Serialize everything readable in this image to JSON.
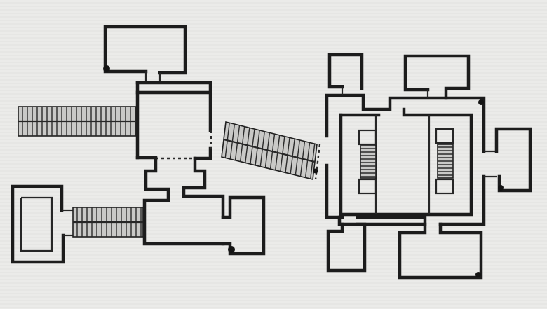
{
  "figure": {
    "style": "hand-drawn architectural floor plan sketch",
    "colors": {
      "paper": "#ebebe9",
      "ink": "#1c1c1c",
      "stair_fill": "#c9c9c7"
    }
  },
  "components": {
    "rooms": [
      "room-top-left",
      "hall-left",
      "room-bottom-left",
      "wing-bottom-center",
      "room-top-center-right",
      "room-top-right",
      "main-hall-right",
      "room-far-right",
      "room-bottom-center-right",
      "room-bottom-right"
    ],
    "stairs": [
      "stair-left-upper",
      "stair-left-lower",
      "ramp-center",
      "stair-right-a",
      "stair-right-b"
    ]
  }
}
